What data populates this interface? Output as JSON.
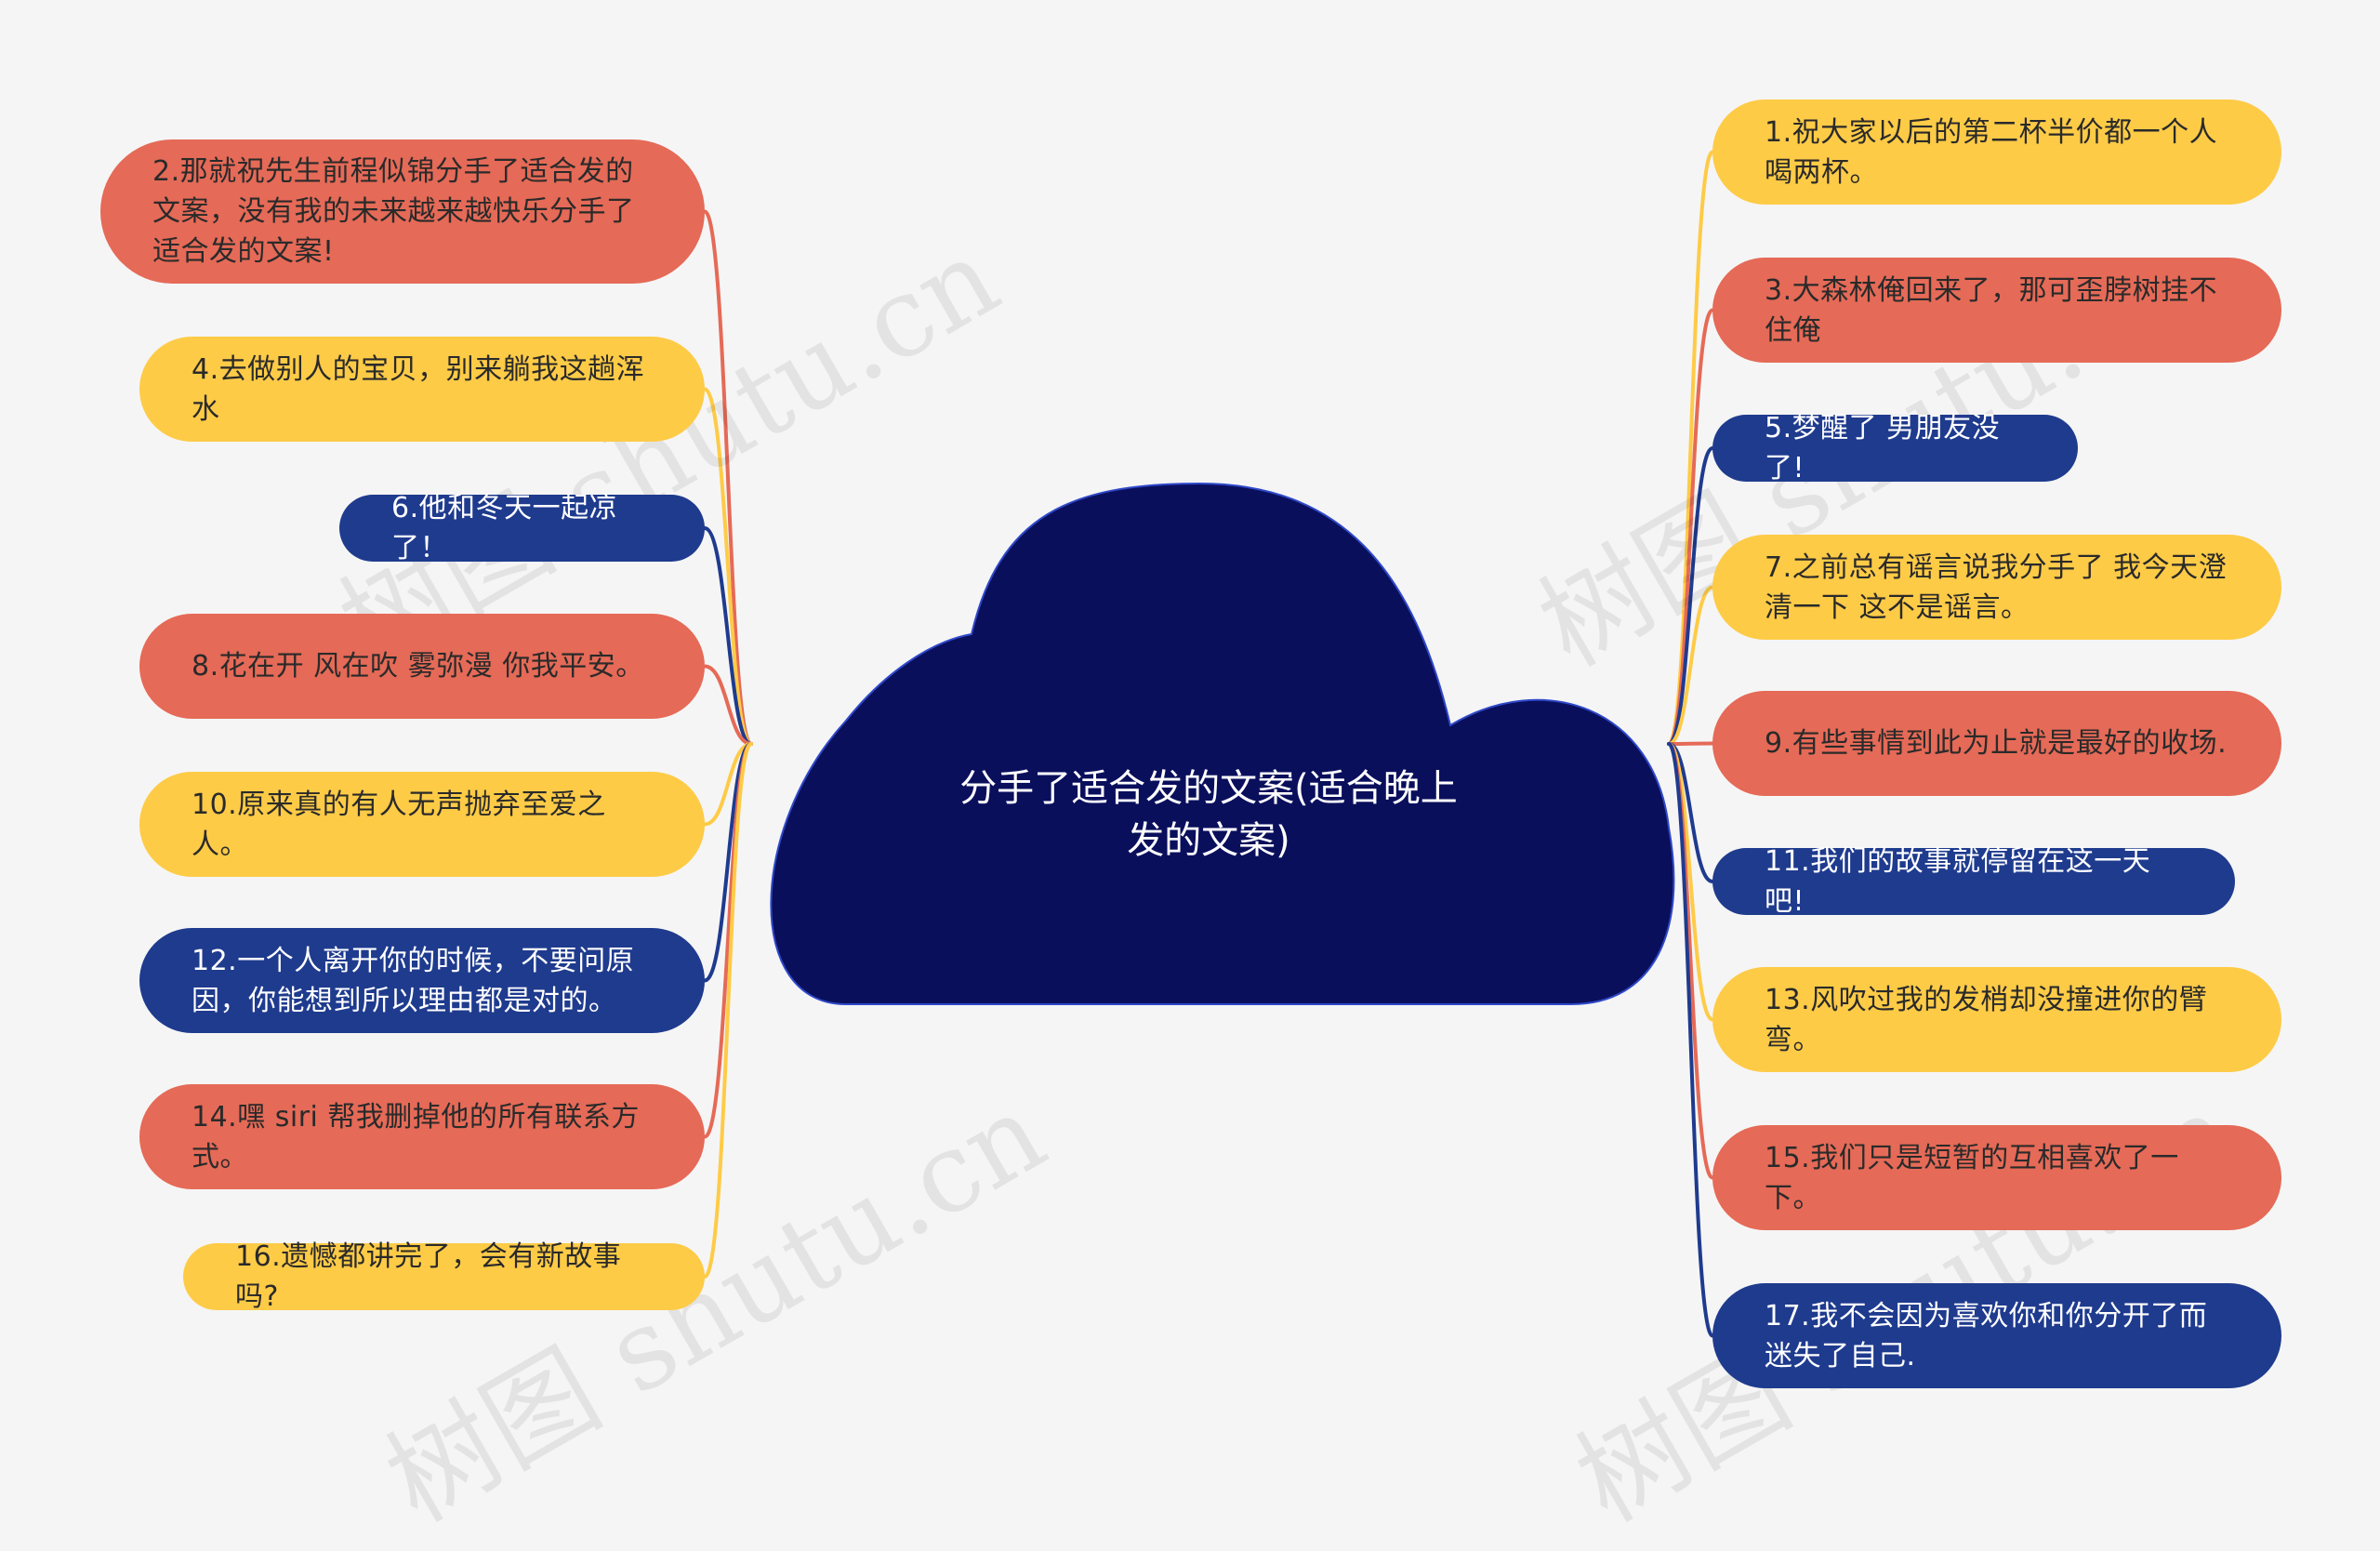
{
  "center": {
    "title": "分手了适合发的文案(适合晚上发的文案)"
  },
  "watermark": "树图 shutu.cn",
  "colors": {
    "background": "#f5f5f5",
    "cloud": "#0a0f5c",
    "yellow": "#fecb47",
    "red": "#e56a57",
    "blue": "#1f3b8e"
  },
  "left_nodes": [
    {
      "text": "2.那就祝先生前程似锦分手了适合发的文案，没有我的未来越来越快乐分手了适合发的文案!",
      "color": "red"
    },
    {
      "text": "4.去做别人的宝贝，别来躺我这趟浑水",
      "color": "yellow"
    },
    {
      "text": "6.他和冬天一起凉了！",
      "color": "blue"
    },
    {
      "text": "8.花在开 风在吹 雾弥漫 你我平安。",
      "color": "red"
    },
    {
      "text": "10.原来真的有人无声抛弃至爱之人。",
      "color": "yellow"
    },
    {
      "text": "12.一个人离开你的时候，不要问原因，你能想到所以理由都是对的。",
      "color": "blue"
    },
    {
      "text": "14.嘿 siri 帮我删掉他的所有联系方式。",
      "color": "red"
    },
    {
      "text": "16.遗憾都讲完了，会有新故事吗?",
      "color": "yellow"
    }
  ],
  "right_nodes": [
    {
      "text": "1.祝大家以后的第二杯半价都一个人喝两杯。",
      "color": "yellow"
    },
    {
      "text": "3.大森林俺回来了，那可歪脖树挂不住俺",
      "color": "red"
    },
    {
      "text": "5.梦醒了 男朋友没了!",
      "color": "blue"
    },
    {
      "text": "7.之前总有谣言说我分手了 我今天澄清一下 这不是谣言。",
      "color": "yellow"
    },
    {
      "text": "9.有些事情到此为止就是最好的收场.",
      "color": "red"
    },
    {
      "text": "11.我们的故事就停留在这一天吧!",
      "color": "blue"
    },
    {
      "text": "13.风吹过我的发梢却没撞进你的臂弯。",
      "color": "yellow"
    },
    {
      "text": "15.我们只是短暂的互相喜欢了一下。",
      "color": "red"
    },
    {
      "text": "17.我不会因为喜欢你和你分开了而迷失了自己.",
      "color": "blue"
    }
  ]
}
